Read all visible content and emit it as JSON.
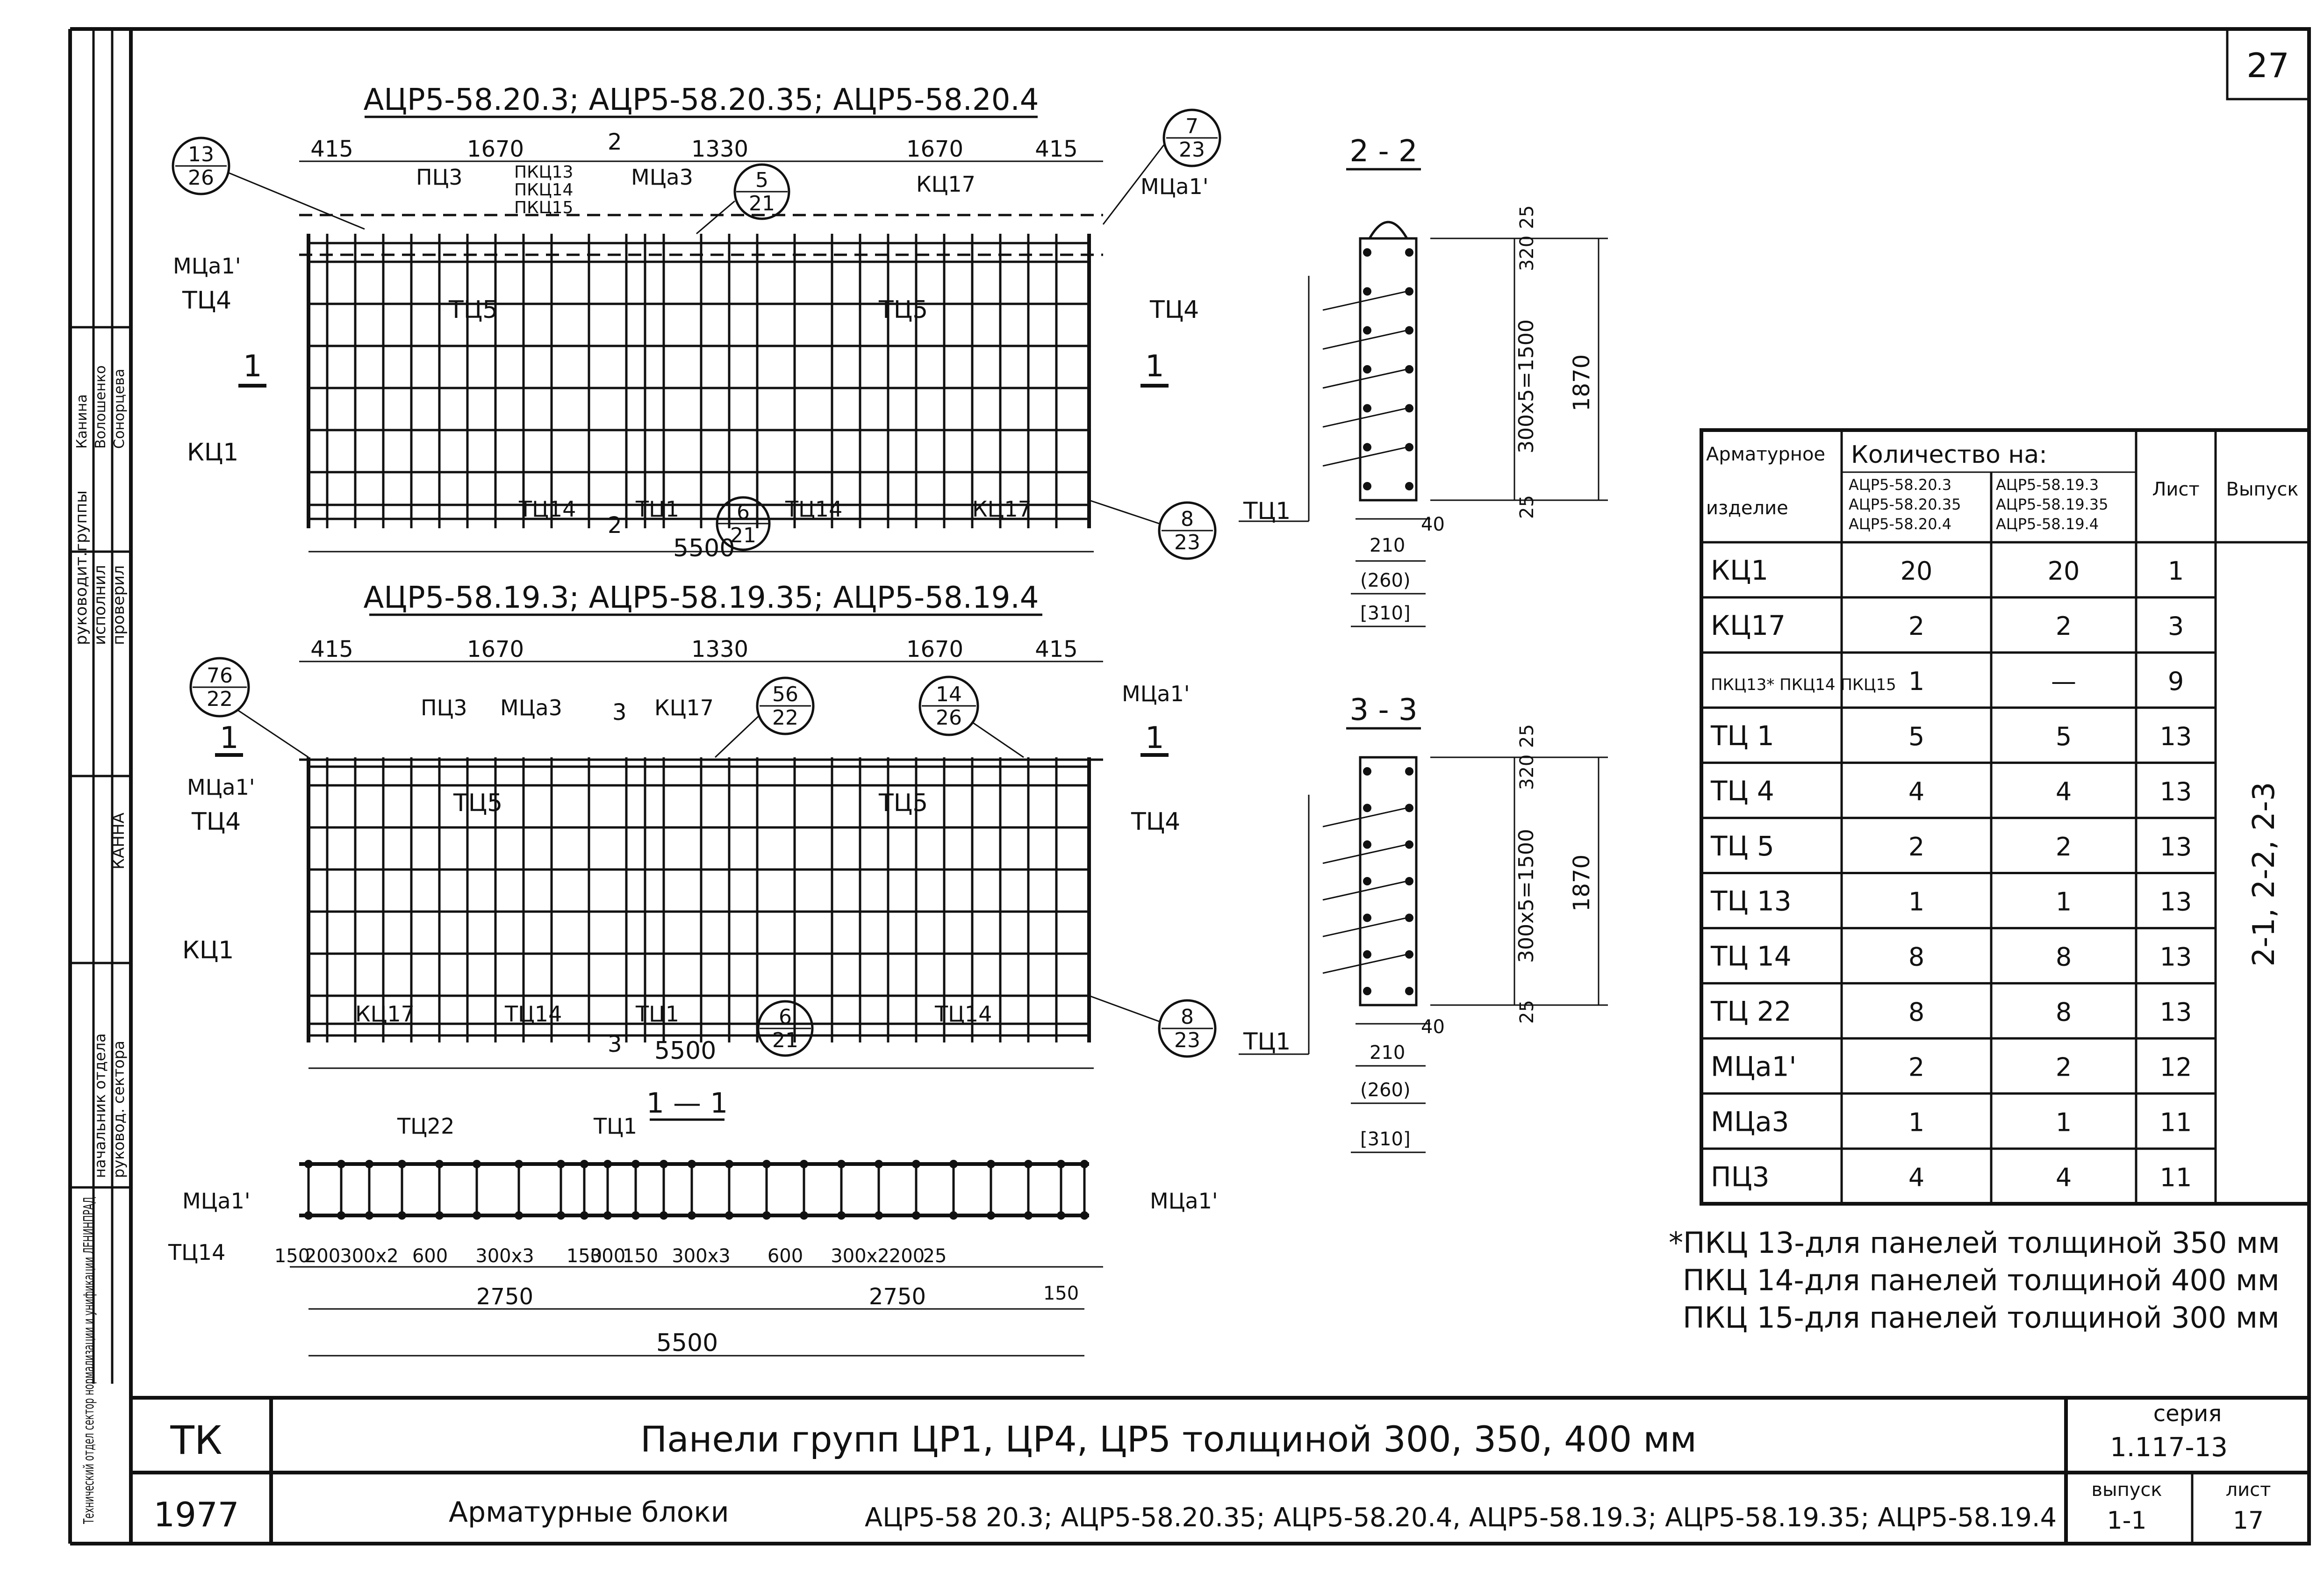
{
  "page_number": "27",
  "stamp": {
    "rows": [
      {
        "role": "руководит.группы",
        "name": "Канина"
      },
      {
        "role": "исполнил",
        "name": "Волошенко"
      },
      {
        "role": "проверил",
        "name": "Сонорцева"
      },
      {
        "role": "",
        "name": "КАННА"
      },
      {
        "role": "начальник отдела",
        "name": ""
      },
      {
        "role": "руковод. сектора",
        "name": ""
      }
    ],
    "org": "Технический отдел сектор нормализации и унификации ЛЕНИНПРАД"
  },
  "drawing": {
    "top": {
      "title": "АЦР5-58.20.3;  АЦР5-58.20.35;  АЦР5-58.20.4",
      "dims": [
        "415",
        "1670",
        "1330",
        "1670",
        "415"
      ],
      "total": "5500",
      "cut_a": "2",
      "cut_b": "2",
      "callouts": [
        {
          "top": "13",
          "bot": "26"
        },
        {
          "top": "5",
          "bot": "21"
        },
        {
          "top": "7",
          "bot": "23"
        },
        {
          "top": "6",
          "bot": "21"
        },
        {
          "top": "8",
          "bot": "23"
        }
      ],
      "labels": [
        "ПЦ3",
        "ПКЦ13",
        "ПКЦ14",
        "ПКЦ15",
        "МЦа3",
        "КЦ17",
        "МЦа1'",
        "МЦа1'",
        "ТЦ4",
        "ТЦ5",
        "ТЦ5",
        "ТЦ4",
        "КЦ1",
        "ТЦ14",
        "ТЦ1",
        "ТЦ14",
        "КЦ17"
      ]
    },
    "mid": {
      "title": "АЦР5-58.19.3;  АЦР5-58.19.35;  АЦР5-58.19.4",
      "dims": [
        "415",
        "1670",
        "1330",
        "1670",
        "415"
      ],
      "total": "5500",
      "cut_a": "3",
      "cut_b": "3",
      "callouts": [
        {
          "top": "76",
          "bot": "22"
        },
        {
          "top": "56",
          "bot": "22"
        },
        {
          "top": "14",
          "bot": "26"
        },
        {
          "top": "6",
          "bot": "21"
        },
        {
          "top": "8",
          "bot": "23"
        }
      ],
      "labels": [
        "ПЦ3",
        "МЦа3",
        "КЦ17",
        "МЦа1'",
        "МЦа1'",
        "ТЦ4",
        "ТЦ5",
        "ТЦ5",
        "ТЦ4",
        "КЦ1",
        "КЦ17",
        "ТЦ14",
        "ТЦ1",
        "ТЦ14"
      ]
    },
    "section11": {
      "title": "1 — 1",
      "labels": [
        "ТЦ22",
        "ТЦ1",
        "МЦа1'",
        "ТЦ14",
        "МЦа1'"
      ],
      "dims": [
        "150",
        "200",
        "300x2",
        "600",
        "300x3",
        "150",
        "300",
        "150",
        "300x3",
        "600",
        "300x2",
        "200",
        "25"
      ],
      "half_a": "2750",
      "half_b": "2750",
      "end": "150",
      "total": "5500"
    },
    "section22": {
      "title": "2 - 2",
      "dims_top": "25",
      "dim_a": "320",
      "dim_mid": "300x5=1500",
      "dim_b": "25",
      "height": "1870",
      "w1": "210",
      "w2": "(260)",
      "w3": "[310]",
      "side": "40",
      "label": "ТЦ1"
    },
    "section33": {
      "title": "3 - 3",
      "dims_top": "25",
      "dim_a": "320",
      "dim_mid": "300x5=1500",
      "dim_b": "25",
      "height": "1870",
      "w1": "210",
      "w2": "(260)",
      "w3": "[310]",
      "side": "40",
      "label": "ТЦ1"
    }
  },
  "table": {
    "headers": {
      "item": [
        "Арматурное",
        "изделие"
      ],
      "qty": "Количество на:",
      "group_a": [
        "АЦР5-58.20.3",
        "АЦР5-58.20.35",
        "АЦР5-58.20.4"
      ],
      "group_b": [
        "АЦР5-58.19.3",
        "АЦР5-58.19.35",
        "АЦР5-58.19.4"
      ],
      "sheet": "Лист",
      "issue": "Выпуск"
    },
    "rows": [
      {
        "item": "КЦ1",
        "a": "20",
        "b": "20",
        "sheet": "1"
      },
      {
        "item": "КЦ17",
        "a": "2",
        "b": "2",
        "sheet": "3"
      },
      {
        "item": "ПКЦ13* ПКЦ14 ПКЦ15",
        "a": "1",
        "b": "—",
        "sheet": "9"
      },
      {
        "item": "ТЦ 1",
        "a": "5",
        "b": "5",
        "sheet": "13"
      },
      {
        "item": "ТЦ 4",
        "a": "4",
        "b": "4",
        "sheet": "13"
      },
      {
        "item": "ТЦ 5",
        "a": "2",
        "b": "2",
        "sheet": "13"
      },
      {
        "item": "ТЦ 13",
        "a": "1",
        "b": "1",
        "sheet": "13"
      },
      {
        "item": "ТЦ 14",
        "a": "8",
        "b": "8",
        "sheet": "13"
      },
      {
        "item": "ТЦ 22",
        "a": "8",
        "b": "8",
        "sheet": "13"
      },
      {
        "item": "МЦа1'",
        "a": "2",
        "b": "2",
        "sheet": "12"
      },
      {
        "item": "МЦа3",
        "a": "1",
        "b": "1",
        "sheet": "11"
      },
      {
        "item": "ПЦ3",
        "a": "4",
        "b": "4",
        "sheet": "11"
      }
    ],
    "issue_value": "2-1, 2-2, 2-3"
  },
  "notes": [
    "*ПКЦ 13-для панелей толщиной 350 мм",
    "ПКЦ 14-для панелей толщиной 400 мм",
    "ПКЦ 15-для панелей толщиной 300 мм"
  ],
  "title_block": {
    "code": "ТК",
    "year": "1977",
    "title1": "Панели групп ЦР1, ЦР4, ЦР5 толщиной 300, 350, 400 мм",
    "title2_prefix": "Арматурные блоки",
    "title2_list": "АЦР5-58 20.3; АЦР5-58.20.35; АЦР5-58.20.4, АЦР5-58.19.3; АЦР5-58.19.35; АЦР5-58.19.4",
    "series_label": "серия",
    "series_value": "1.117-13",
    "issue_label": "выпуск",
    "issue_value": "1-1",
    "sheet_label": "лист",
    "sheet_value": "17"
  }
}
